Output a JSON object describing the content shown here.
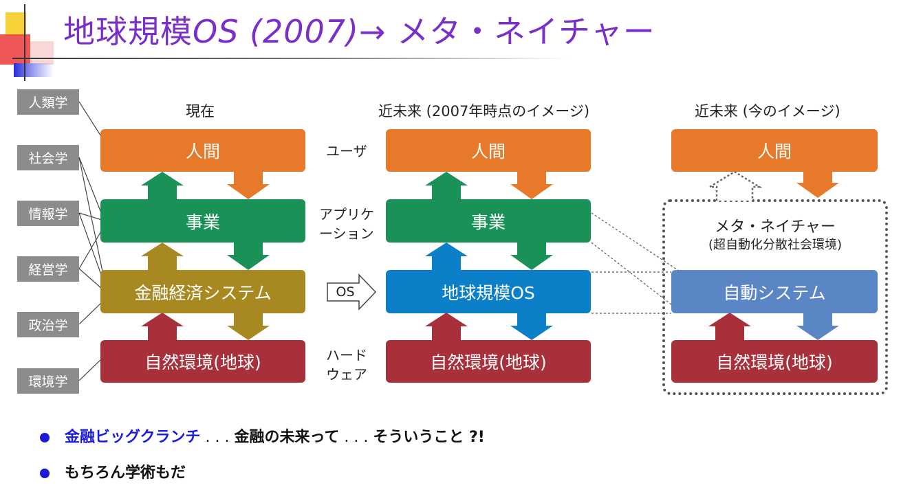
{
  "slide": {
    "title_main": "地球規模",
    "title_os": "OS (2007)",
    "title_arrow": "→",
    "title_rest": " メタ・ネイチャー"
  },
  "disciplines": [
    "人類学",
    "社会学",
    "情報学",
    "経営学",
    "政治学",
    "環境学"
  ],
  "columns": {
    "present": "現在",
    "near_2007": "近未来 (2007年時点のイメージ)",
    "near_now": "近未来 (今のイメージ)"
  },
  "layers": {
    "user": "ユーザ",
    "application_line1": "アプリケ",
    "application_line2": "ーション",
    "hardware_line1": "ハード",
    "hardware_line2": "ウェア"
  },
  "boxes": {
    "human": "人間",
    "business": "事業",
    "finance": "金融経済システム",
    "nature": "自然環境(地球)",
    "global_os": "地球規模OS",
    "auto_system": "自動システム"
  },
  "os_label": "OS",
  "meta_nature": {
    "title": "メタ・ネイチャー",
    "subtitle": "(超自動化分散社会環境)"
  },
  "bullets": {
    "b1_link": "金融ビッグクランチ",
    "b1_dots1": " . . . ",
    "b1_mid": "金融の未来って",
    "b1_dots2": " . . . ",
    "b1_end": "そういうこと ?!",
    "b2": "もちろん学術もだ"
  },
  "colors": {
    "title": "#7a2fc9",
    "human": "#e67a2a",
    "business": "#1a9156",
    "finance": "#a88821",
    "nature": "#a8303a",
    "global_os": "#0b7fc7",
    "auto_system": "#5b86c6",
    "link": "#1a1ae0"
  }
}
